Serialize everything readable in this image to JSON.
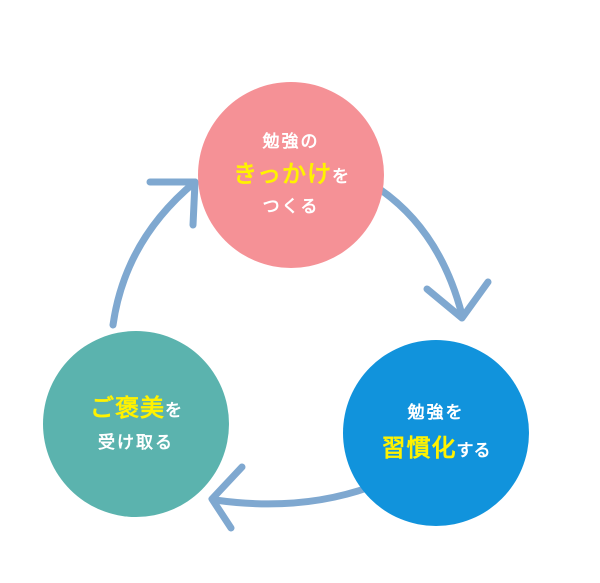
{
  "colors": {
    "arrow": "#7fa8d0",
    "top_circle": "#f59196",
    "right_circle": "#1193dc",
    "left_circle": "#5bb3ae",
    "highlight": "#fff200",
    "text": "#ffffff"
  },
  "nodes": {
    "top": {
      "line1": "勉強の",
      "line2_highlight": "きっかけ",
      "line2_suffix": "を",
      "line3": "つくる"
    },
    "right": {
      "line1": "勉強を",
      "line2_highlight": "習慣化",
      "line2_suffix": "する"
    },
    "left": {
      "line1_highlight": "ご褒美",
      "line1_suffix": "を",
      "line2": "受け取る"
    }
  },
  "edges": [
    {
      "from": "top",
      "to": "right"
    },
    {
      "from": "right",
      "to": "left"
    },
    {
      "from": "left",
      "to": "top"
    }
  ]
}
